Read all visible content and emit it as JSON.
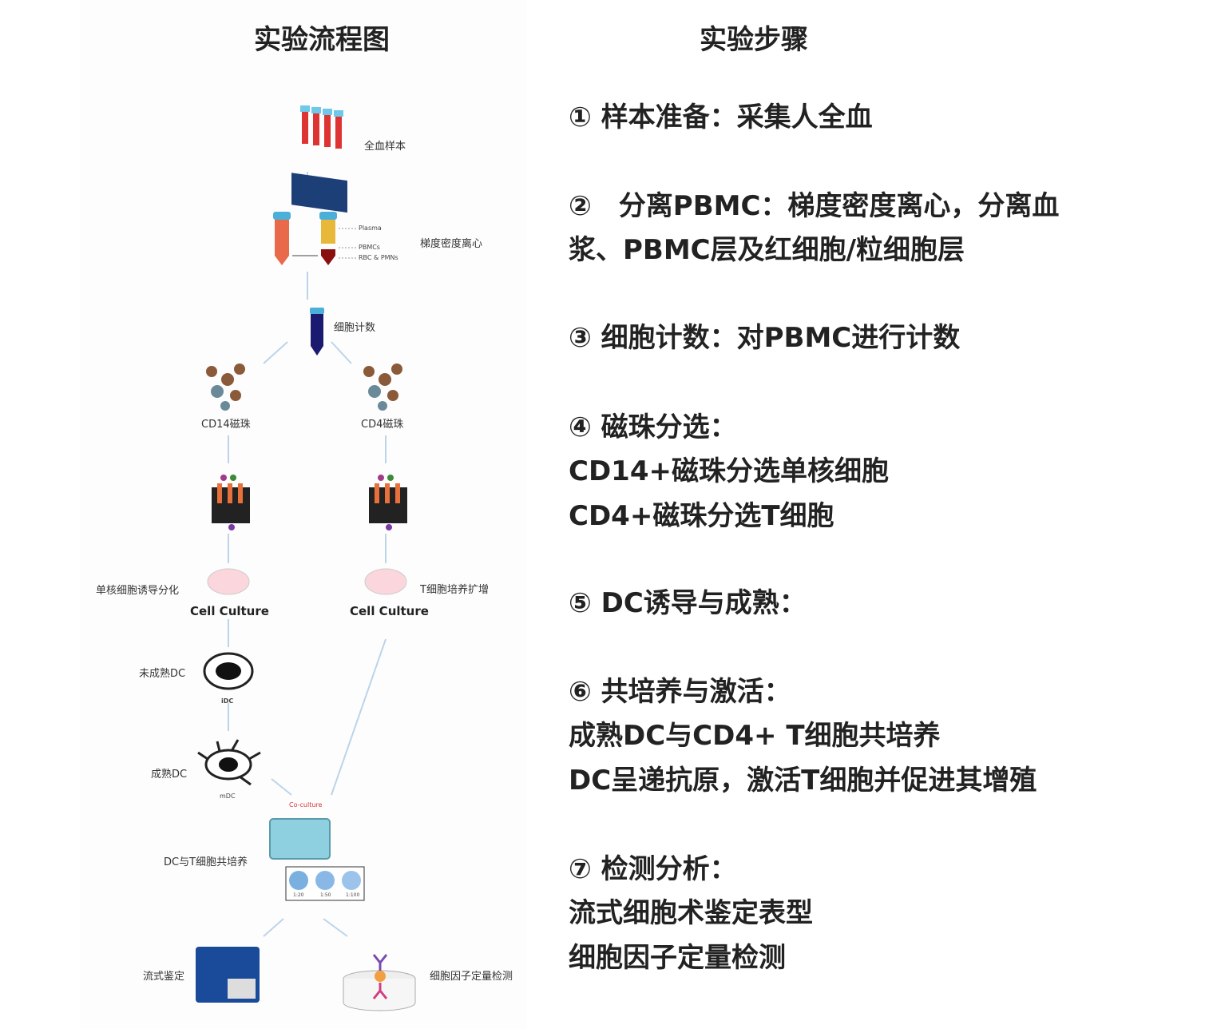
{
  "headers": {
    "flow": "实验流程图",
    "steps": "实验步骤"
  },
  "flow": {
    "whole_blood": "全血样本",
    "centrifuge": "梯度密度离心",
    "plasma": "Plasma",
    "pbmcs": "PBMCs",
    "rbc": "RBC & PMNs",
    "count": "细胞计数",
    "cd14": "CD14磁珠",
    "cd4": "CD4磁珠",
    "mono_diff": "单核细胞诱导分化",
    "t_expand": "T细胞培养扩增",
    "cell_culture_left": "Cell Culture",
    "cell_culture_right": "Cell Culture",
    "idc_label": "未成熟DC",
    "idc": "iDC",
    "mdc_label": "成熟DC",
    "mdc": "mDC",
    "coculture": "Co-culture",
    "coculture_label": "DC与T细胞共培养",
    "ratios": [
      "1:20",
      "1:50",
      "1:100"
    ],
    "flow_id": "流式鉴定",
    "cytokine": "细胞因子定量检测"
  },
  "steps": [
    "① 样本准备：采集人全血",
    "②　分离PBMC：梯度密度离心，分离血",
    "浆、PBMC层及红细胞/粒细胞层",
    "③ 细胞计数：对PBMC进行计数",
    "④ 磁珠分选：",
    "CD14+磁珠分选单核细胞",
    "CD4+磁珠分选T细胞",
    "⑤ DC诱导与成熟：",
    "⑥ 共培养与激活：",
    "成熟DC与CD4+ T细胞共培养",
    "DC呈递抗原，激活T细胞并促进其增殖",
    "⑦ 检测分析：",
    "流式细胞术鉴定表型",
    "细胞因子定量检测"
  ],
  "colors": {
    "arrow": "#bcd4ea",
    "coculture": "#d33",
    "plate": "#8fd0e0"
  }
}
